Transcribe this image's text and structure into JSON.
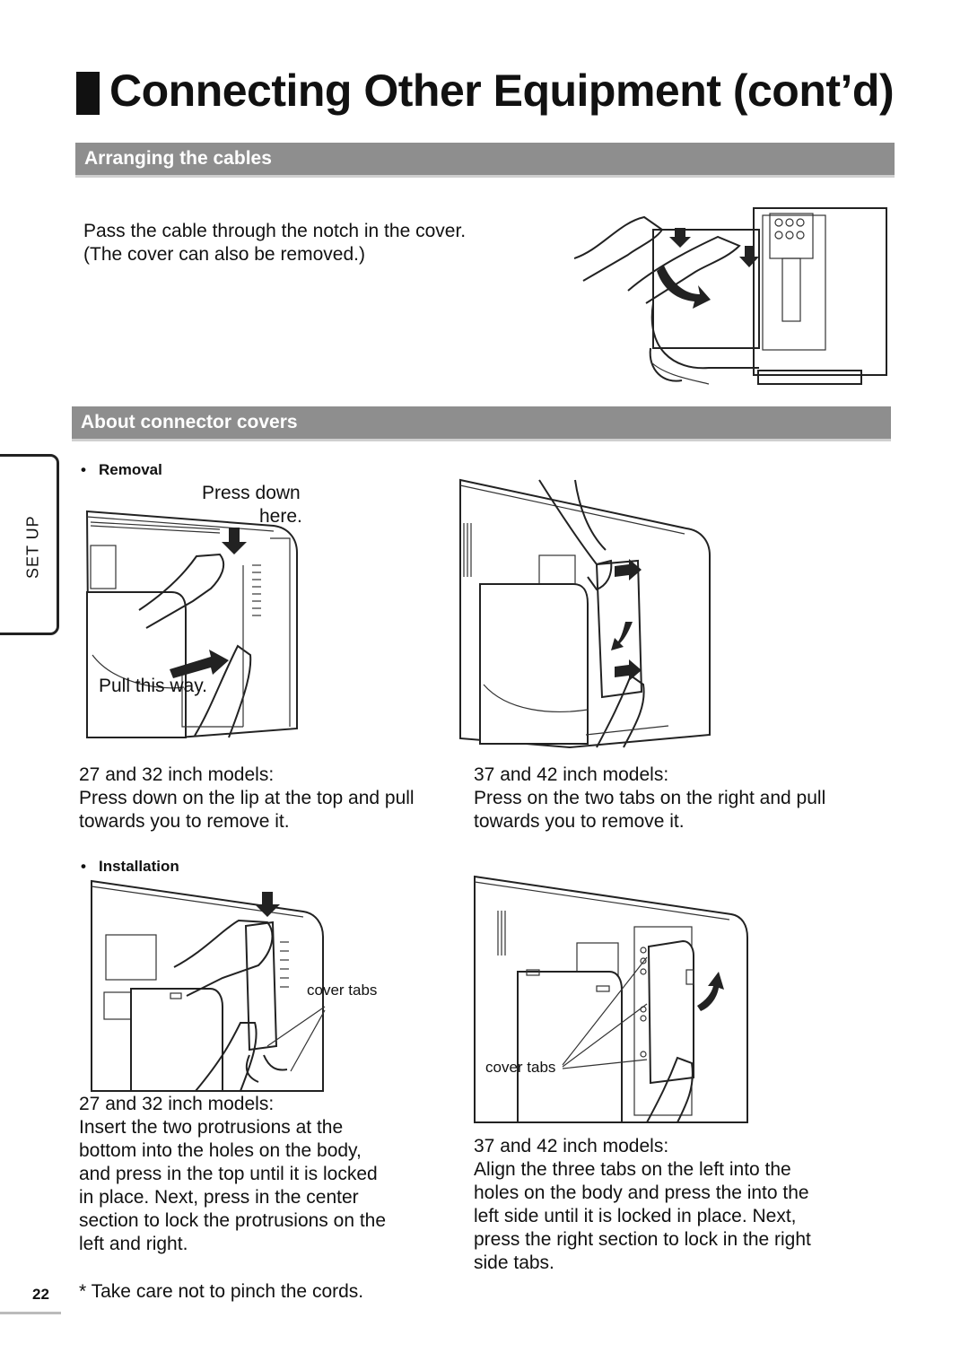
{
  "page": {
    "title": "Connecting Other Equipment (cont’d)",
    "side_tab": "SET UP",
    "page_number": "22"
  },
  "arranging": {
    "heading": "Arranging the cables",
    "line1": "Pass the cable through the notch in the cover.",
    "line2": "(The cover can also be removed.)"
  },
  "connector_covers": {
    "heading": "About connector covers",
    "removal": {
      "bullet": "Removal",
      "callout_press_line1": "Press down",
      "callout_press_line2": "here.",
      "callout_pull": "Pull this way.",
      "left_models": "27 and 32 inch models:",
      "left_line1": "Press down on the lip at the top and pull",
      "left_line2": "towards you to remove it.",
      "right_models": "37 and 42 inch models:",
      "right_line1": "Press on the two tabs on the right and pull",
      "right_line2": "towards you to remove it."
    },
    "installation": {
      "bullet": "Installation",
      "left_cover_tabs": "cover tabs",
      "right_cover_tabs": "cover tabs",
      "left_models": "27 and 32 inch models:",
      "left_lines": [
        "Insert the two protrusions at the",
        "bottom into the holes on the body,",
        "and press in the top until it is locked",
        "in place. Next, press in the center",
        "section to lock the protrusions on the",
        "left and right."
      ],
      "right_models": "37 and 42 inch models:",
      "right_lines": [
        "Align the three tabs on the left into the",
        "holes on the body and press the into the",
        "left side until it is locked in place. Next,",
        "press the right section to lock in the right",
        "side tabs."
      ]
    }
  },
  "footnote": "* Take care not to pinch the cords."
}
